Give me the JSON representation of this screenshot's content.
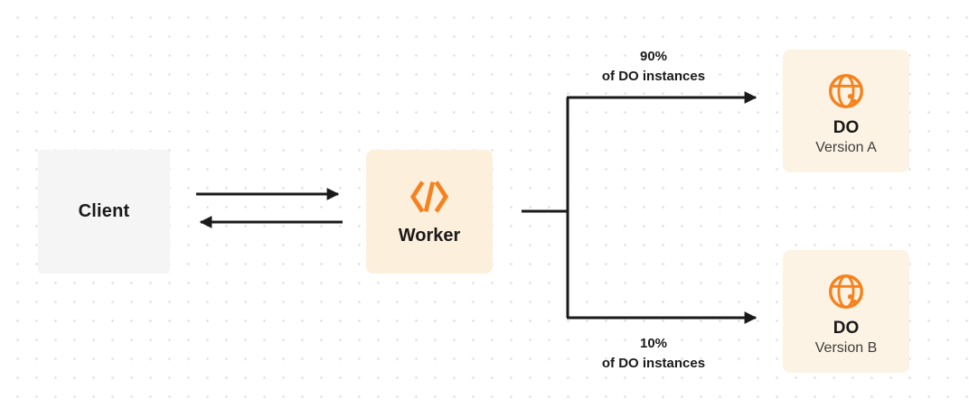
{
  "colors": {
    "accent": "#F6821F",
    "ink": "#1A1A1A",
    "client_bg": "#F5F5F6",
    "worker_bg": "#FCEFDC",
    "do_bg": "#FDF3E4",
    "subtitle": "#3D3D3D",
    "dot": "#DCDCDC"
  },
  "icons": {
    "worker": "code-brackets-icon",
    "durable_object": "globe-icon"
  },
  "nodes": {
    "client": {
      "label": "Client"
    },
    "worker": {
      "label": "Worker"
    },
    "do_version_a": {
      "title": "DO",
      "subtitle": "Version A"
    },
    "do_version_b": {
      "title": "DO",
      "subtitle": "Version B"
    }
  },
  "edges": {
    "top_split": {
      "percent": "90%",
      "caption": "of DO instances"
    },
    "bottom_split": {
      "percent": "10%",
      "caption": "of DO instances"
    }
  }
}
